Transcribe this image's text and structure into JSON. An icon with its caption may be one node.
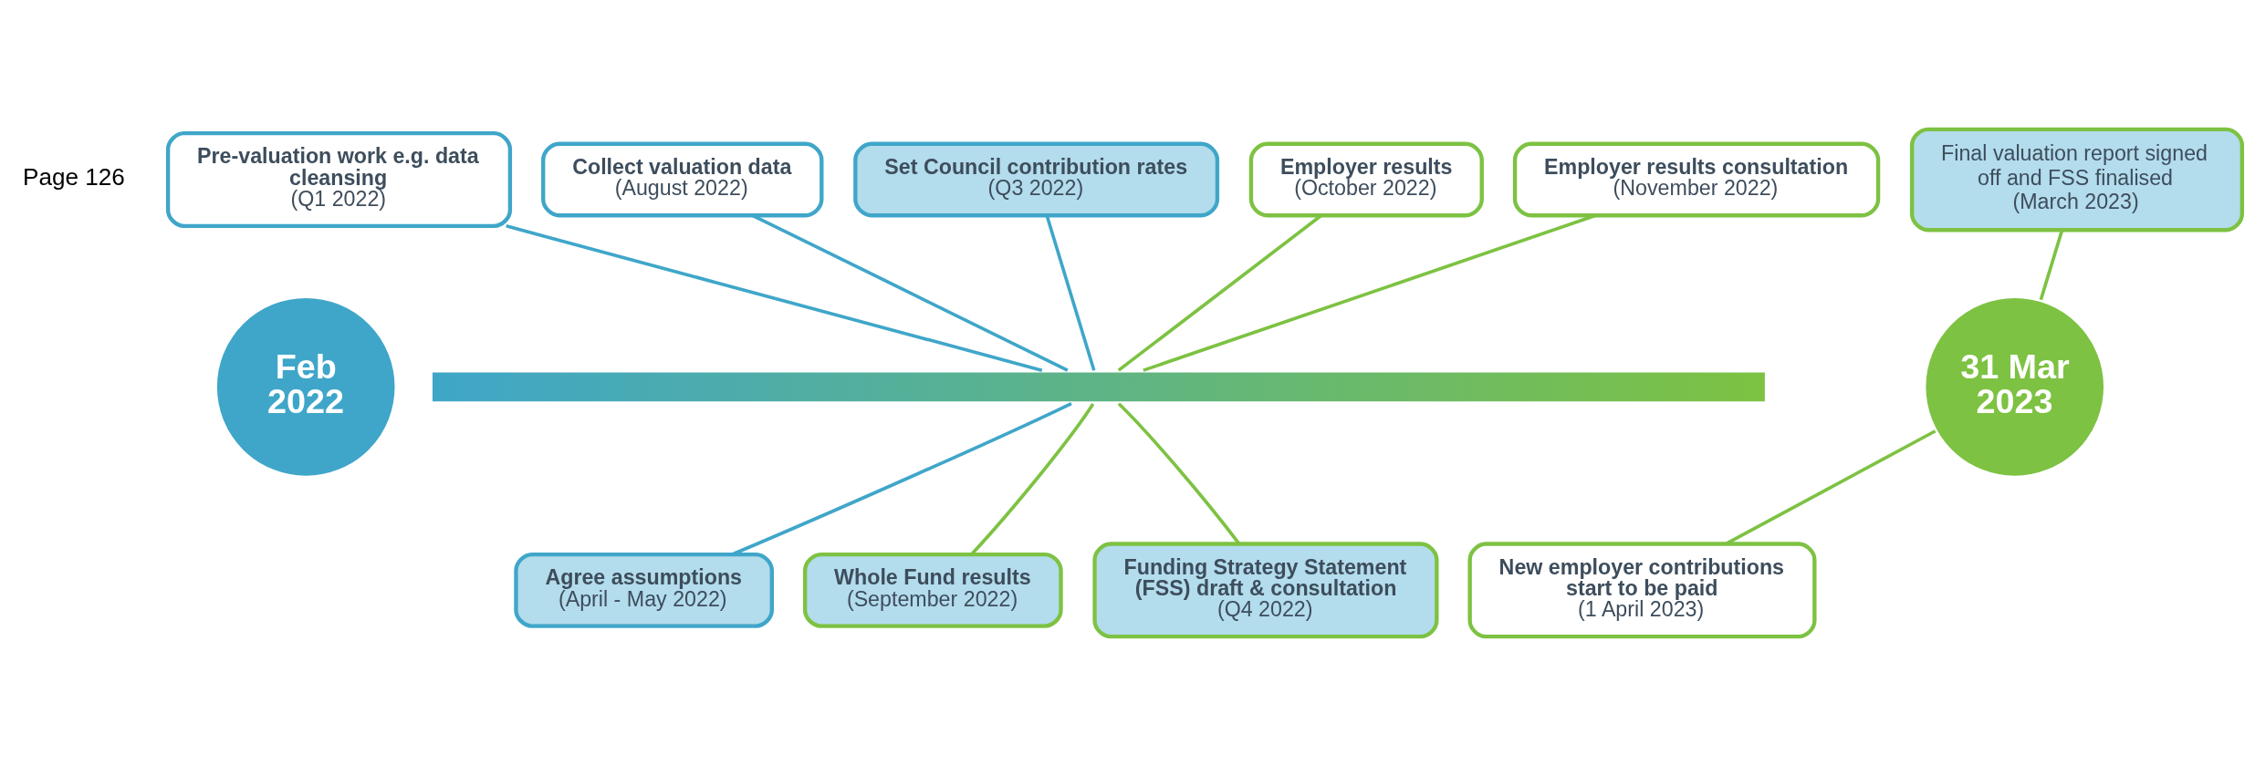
{
  "diagram": {
    "nodes": [
      {
        "text": [
          "Feb 2022"
        ]
      },
      {
        "text": [
          "Pre-valuation work e.g. data cleansing",
          "(Q1 2022)"
        ]
      },
      {
        "text": [
          "Collect valuation data",
          "(August 2022)"
        ]
      },
      {
        "text": [
          "Agree assumptions",
          "(April - May 2022)"
        ]
      },
      {
        "text": [
          "Set Council contribution rates",
          "(Q3 2022)"
        ]
      },
      {
        "text": [
          "Whole Fund results",
          "(September 2022)"
        ]
      },
      {
        "text": [
          "Employer results",
          "(October 2022)"
        ]
      },
      {
        "text": [
          "Employer results consultation",
          "(November 2022)"
        ]
      },
      {
        "text": [
          "Funding Strategy Statement (FSS) draft & consultation",
          "(Q4 2022)"
        ]
      },
      {
        "text": [
          "Final valuation report signed off and FSS finalised",
          "(March 2023)"
        ]
      },
      {
        "text": [
          "31 Mar 2023"
        ]
      },
      {
        "text": [
          "New employer contributions start to be paid",
          "(1 April 2023)"
        ]
      },
      {
        "text": [],
        "shape": "bar"
      }
    ],
    "edges": [
      {
        "from": 1,
        "to": 12,
        "arrow": "none",
        "color": "#3fa6c9"
      },
      {
        "from": 2,
        "to": 12,
        "arrow": "none",
        "color": "#3fa6c9"
      },
      {
        "from": 3,
        "to": 12,
        "arrow": "none",
        "color": "#3fa6c9"
      },
      {
        "from": 4,
        "to": 12,
        "arrow": "none",
        "color": "#3fa6c9"
      },
      {
        "from": 5,
        "to": 12,
        "arrow": "none"
      },
      {
        "from": 6,
        "to": 12,
        "arrow": "none"
      },
      {
        "from": 7,
        "to": 12,
        "arrow": "none"
      },
      {
        "from": 8,
        "to": 12,
        "arrow": "none"
      },
      {
        "from": 9,
        "to": 10,
        "arrow": "none"
      },
      {
        "from": 11,
        "to": 10,
        "arrow": "none"
      }
    ],
    "labels": [
      "Page 126"
    ]
  }
}
